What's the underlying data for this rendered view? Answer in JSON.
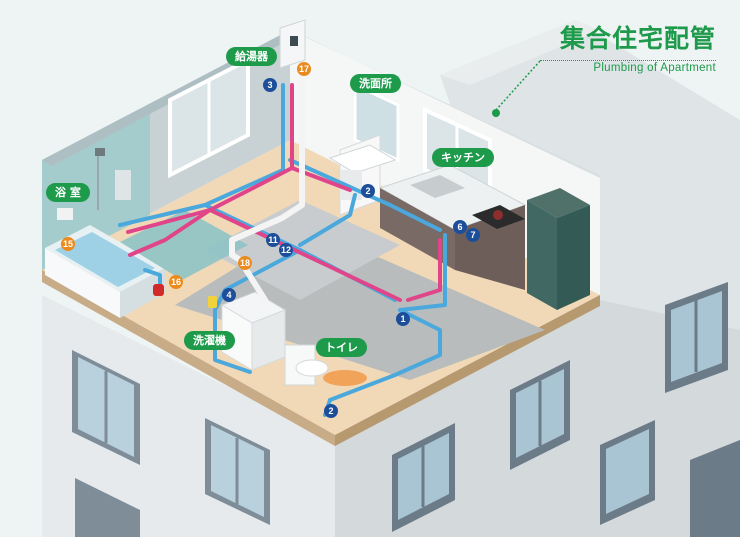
{
  "title": {
    "japanese": "集合住宅配管",
    "english": "Plumbing of Apartment"
  },
  "areas": {
    "water_heater": "給湯器",
    "washroom": "洗面所",
    "kitchen": "キッチン",
    "bathroom": "浴 室",
    "laundry": "洗濯機",
    "toilet": "トイレ"
  },
  "markers": {
    "m1": "1",
    "m2_toilet": "2",
    "m2_wash": "2",
    "m3": "3",
    "m4": "4",
    "m6": "6",
    "m7": "7",
    "m11": "11",
    "m12": "12",
    "m15": "15",
    "m16": "16",
    "m17": "17",
    "m18": "18"
  },
  "colors": {
    "accent": "#1e9a4b",
    "cold_pipe": "#4aa8dc",
    "hot_pipe": "#e0458a",
    "marker_blue": "#1d4e9a",
    "marker_orange": "#ea8b1f"
  }
}
